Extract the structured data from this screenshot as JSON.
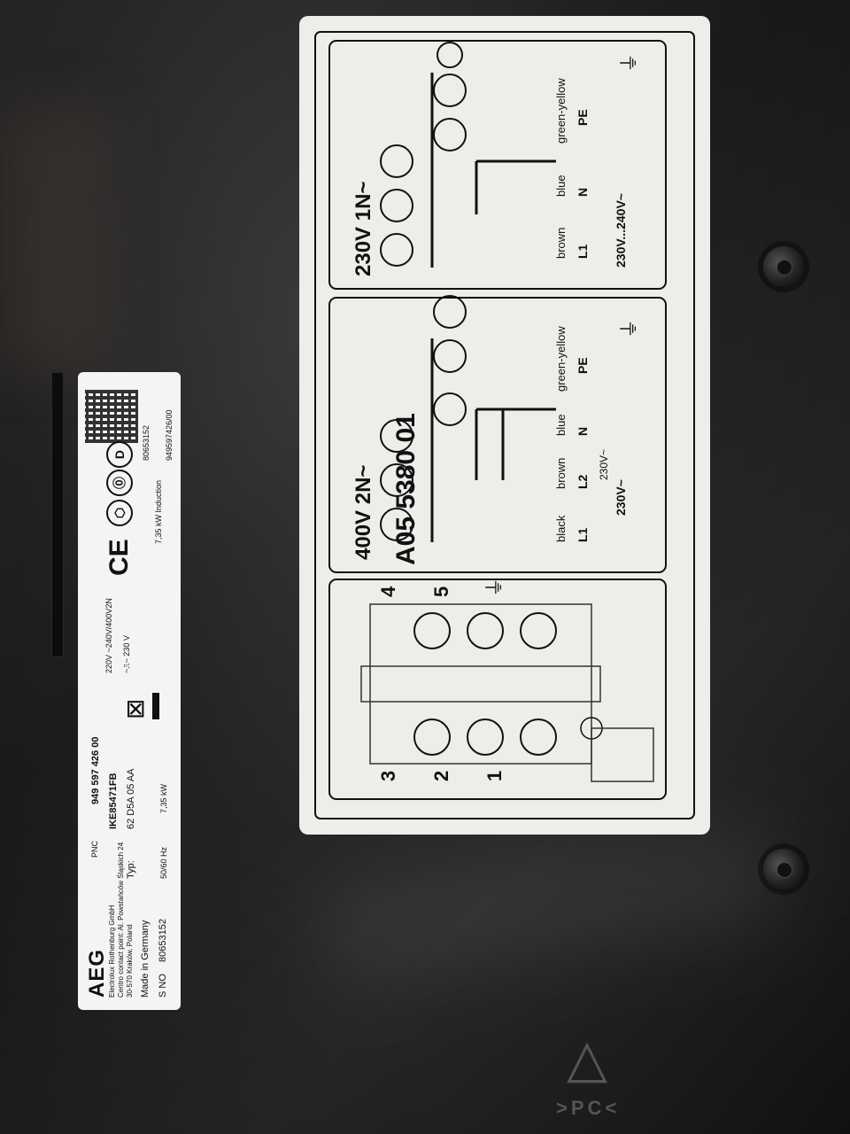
{
  "plate": {
    "brand": "AEG",
    "address_lines": [
      "Electrolux Rothenburg GmbH",
      "Centro contact point: Al. Powstańców Śląskich 24",
      "30-570 Kraków, Poland"
    ],
    "pnc_label": "PNC",
    "pnc_value": "949 597 426 00",
    "model": "IKE85471FB",
    "type_label": "Typ:",
    "type_value": "62 D5A 05 AA",
    "made_in": "Made in Germany",
    "frequency": "50/60 Hz",
    "power": "7,35 kW",
    "voltage_line1": "220V ~240V/400V2N",
    "voltage_line2": "~⎍~ 230 V",
    "ce": "CE",
    "mark_d": "D",
    "induction": "7,35 kW Induction",
    "serial_label": "S NO",
    "serial_value": "80653152",
    "serial_code": "80653152",
    "part_code": "949597426/00"
  },
  "label": {
    "part_number": "A05 5380 01",
    "terminal_numbers": [
      "1",
      "2",
      "3",
      "4",
      "5"
    ],
    "earth_symbol": "⏚",
    "sections": [
      {
        "voltage": "400V 2N~",
        "wires": [
          "black",
          "brown",
          "blue",
          "green-yellow"
        ],
        "terminals": [
          "L1",
          "L2",
          "N",
          "PE"
        ],
        "voltage_between_L2_N": "230V~",
        "voltage_range": "230V~"
      },
      {
        "voltage": "230V 1N~",
        "wires": [
          "brown",
          "blue",
          "green-yellow"
        ],
        "terminals": [
          "L1",
          "N",
          "PE"
        ],
        "voltage_range": "230V...240V~"
      }
    ]
  },
  "surface": {
    "recycle_code": ">PC<"
  }
}
